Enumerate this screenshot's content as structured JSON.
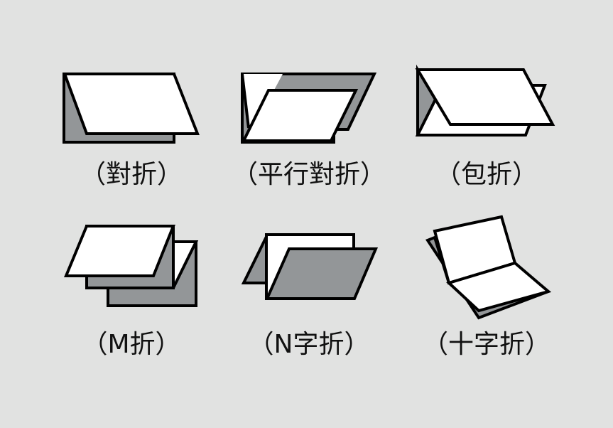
{
  "colors": {
    "background": "#e1e2e1",
    "shade": "#939698",
    "paper": "#ffffff",
    "stroke": "#000000"
  },
  "folds": [
    {
      "label": "（對折）",
      "icon": "half-fold-icon"
    },
    {
      "label": "（平行對折）",
      "icon": "parallel-fold-icon"
    },
    {
      "label": "（包折）",
      "icon": "wrap-fold-icon"
    },
    {
      "label": "（M折）",
      "icon": "m-fold-icon"
    },
    {
      "label": "（N字折）",
      "icon": "n-fold-icon"
    },
    {
      "label": "（十字折）",
      "icon": "cross-fold-icon"
    }
  ]
}
